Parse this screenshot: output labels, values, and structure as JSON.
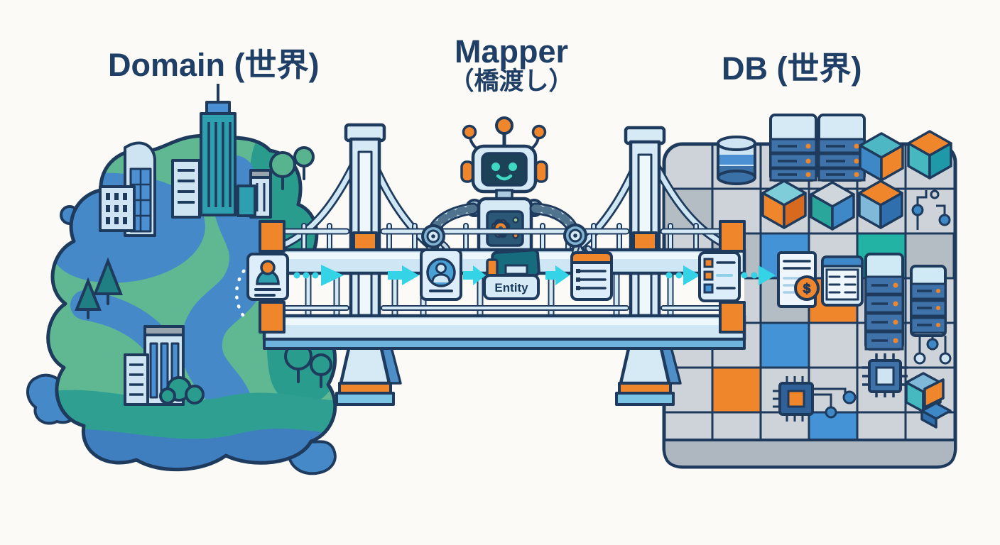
{
  "diagram": {
    "titles": {
      "domain": "Domain (世界)",
      "mapper": "Mapper",
      "mapper_sub": "（橋渡し）",
      "db": "DB (世界)"
    },
    "entity_label": "Entity",
    "glyphs": {
      "dollar": "$"
    },
    "palette": {
      "background": "#fbfaf6",
      "outline_navy": "#1e3a5c",
      "title_text": "#1f3f66",
      "accent_orange": "#f0862c",
      "flow_cyan": "#35d3e6",
      "bridge_light_blue": "#d6eaf6",
      "island_green": "#5fb892",
      "island_teal": "#2a9c8d",
      "water_blue": "#4589c8",
      "grid_gray": "#ced3d9",
      "grid_dark_gray": "#b4bcc4",
      "cell_blue": "#4493d6",
      "cell_teal": "#23b3a4",
      "server_blue": "#3e72a8",
      "robot_screen": "#1d4156",
      "robot_eyes": "#3ed8c3"
    },
    "left_scene": [
      "city-buildings",
      "trees",
      "rivers",
      "lakes",
      "island"
    ],
    "center_scene": [
      "suspension-bridge",
      "robot-mapper",
      "transform-flow"
    ],
    "right_scene": [
      "database-cylinder",
      "server-racks",
      "data-cubes",
      "cpu-chips",
      "circuit-traces"
    ],
    "flow_steps": [
      "domain-object-card",
      "id-card",
      "entity-box",
      "record-card",
      "schema-card",
      "invoice-document",
      "table-record"
    ]
  }
}
